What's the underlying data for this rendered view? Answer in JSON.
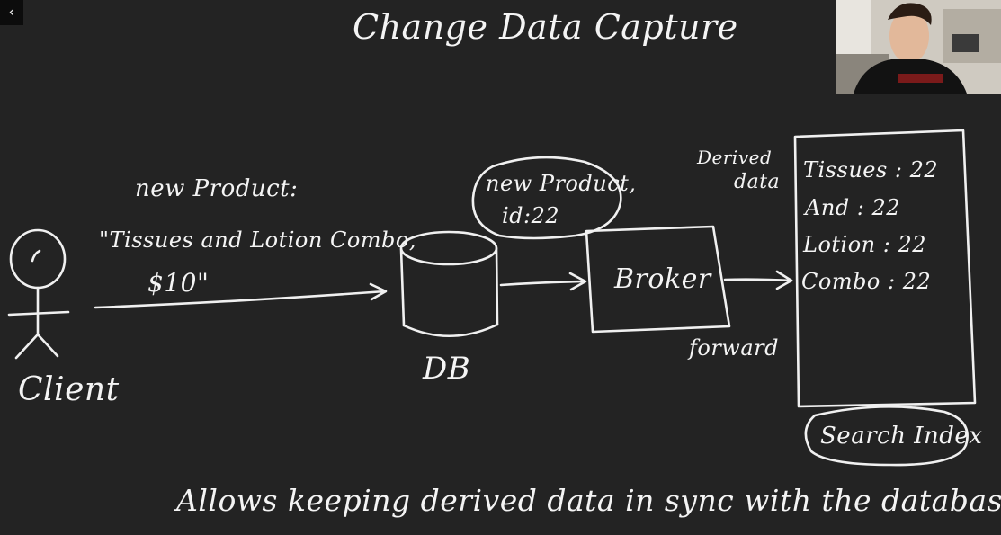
{
  "title": "Change Data Capture",
  "client_label": "Client",
  "message": {
    "line1": "new Product:",
    "line2": "\"Tissues and Lotion Combo,",
    "line3": "$10\""
  },
  "db_label": "DB",
  "bubble": {
    "line1": "new Product,",
    "line2": "id:22"
  },
  "broker_label": "Broker",
  "forward_label": "forward",
  "derived_label": {
    "line1": "Derived",
    "line2": "data"
  },
  "search_index": {
    "entries": [
      "Tissues : 22",
      "And : 22",
      "Lotion : 22",
      "Combo : 22"
    ],
    "label": "Search Index"
  },
  "footer": "Allows keeping derived data in sync with the database!",
  "back_icon_glyph": "‹",
  "colors": {
    "background": "#232323",
    "ink": "#f2f2f2"
  }
}
